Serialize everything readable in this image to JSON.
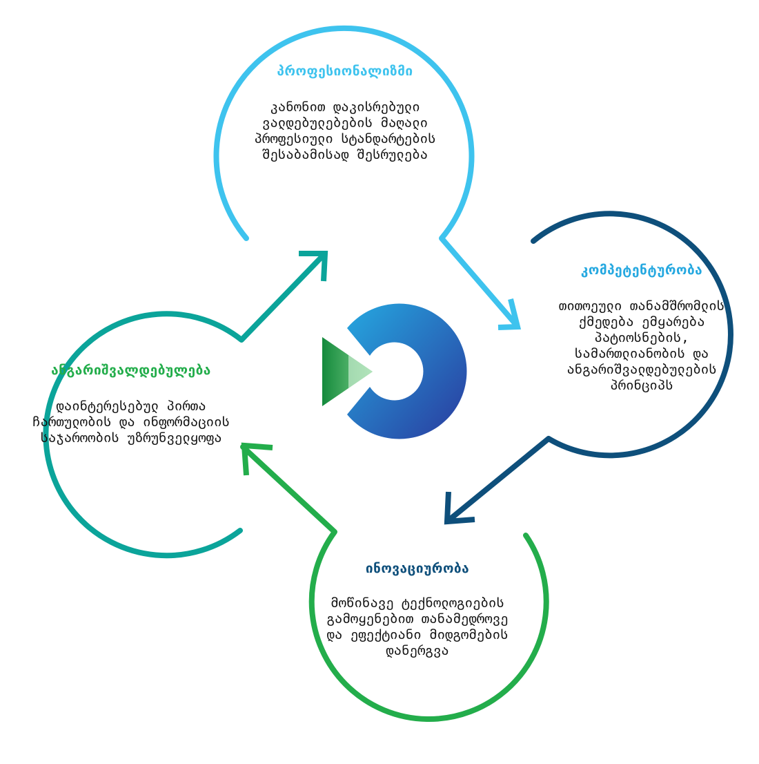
{
  "colors": {
    "professionalism": "#3ec3ee",
    "competence": "#0e4f7b",
    "innovation": "#23ad4b",
    "accountability": "#0ba49a",
    "logo_green_dark": "#148a3c",
    "logo_green_light": "#7dcf8a",
    "logo_blue_dark": "#2a3a9e",
    "logo_blue_light": "#25a8e0"
  },
  "nodes": {
    "professionalism": {
      "title": "პროფესიონალიზმი",
      "text": "კანონით დაკისრებული ვალდებულებების მაღალი პროფესიული სტანდარტების შესაბამისად შესრულება"
    },
    "competence": {
      "title": "კომპეტენტურობა",
      "text": "თითოეული თანამშრომლის ქმედება ემყარება პატიოსნების, სამართლიანობის და ანგარიშვალდებულების პრინციპს"
    },
    "innovation": {
      "title": "ინოვაციურობა",
      "text": "მოწინავე ტექნოლოგიების გამოყენებით თანამედროვე  და ეფექტიანი მიდგომების დანერგვა"
    },
    "accountability": {
      "title": "ანგარიშვალდებულება",
      "text": "დაინტერესებულ პირთა ჩართულობის და ინფორმაციის საჯაროობის უზრუნველყოფა"
    }
  }
}
